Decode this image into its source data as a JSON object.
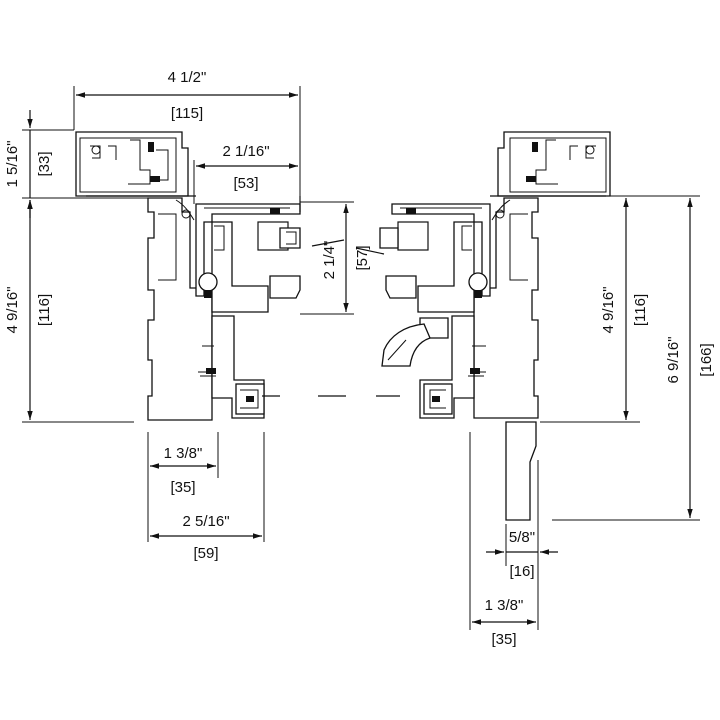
{
  "dimensions": {
    "top_width_in": "4 1/2\"",
    "top_width_mm": "[115]",
    "top_height_in": "1 5/16\"",
    "top_height_mm": "[33]",
    "left_height_in": "4 9/16\"",
    "left_height_mm": "[116]",
    "glazing_width_in": "2 1/16\"",
    "glazing_width_mm": "[53]",
    "glass_in": "2 1/4\"",
    "glass_mm": "[57]",
    "left_bottom_small_in": "1 3/8\"",
    "left_bottom_small_mm": "[35]",
    "left_bottom_wide_in": "2 5/16\"",
    "left_bottom_wide_mm": "[59]",
    "right_height_in": "4 9/16\"",
    "right_height_mm": "[116]",
    "right_total_in": "6 9/16\"",
    "right_total_mm": "[166]",
    "sill_small_in": "5/8\"",
    "sill_small_mm": "[16]",
    "sill_wide_in": "1 3/8\"",
    "sill_wide_mm": "[35]"
  }
}
